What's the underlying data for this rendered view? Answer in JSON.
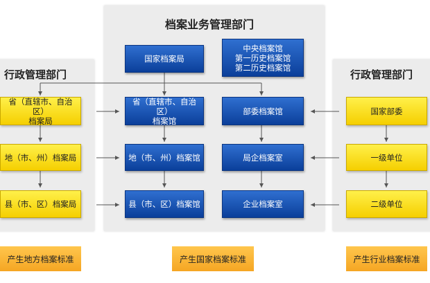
{
  "panels": {
    "center_title": "档案业务管理部门",
    "left_title": "行政管理部门",
    "right_title": "行政管理部门"
  },
  "center": {
    "national_bureau": "国家档案局",
    "central_archives": [
      "中央档案馆",
      "第一历史档案馆",
      "第二历史档案馆"
    ],
    "provincial_archives": [
      "省（直辖市、自治区）",
      "档案馆"
    ],
    "ministry_archives": "部委档案馆",
    "city_archives": "地（市、州）档案馆",
    "bureau_enterprise_room": "局企档案室",
    "county_archives": "县（市、区）档案馆",
    "enterprise_room": "企业档案室"
  },
  "left": {
    "provincial_bureau": [
      "省（直辖市、自治区）",
      "档案局"
    ],
    "city_bureau": "地（市、州）档案局",
    "county_bureau": "县（市、区）档案局"
  },
  "right": {
    "ministry": "国家部委",
    "first_level": "一级单位",
    "second_level": "二级单位"
  },
  "standards": {
    "local": "产生地方档案标准",
    "national": "产生国家档案标准",
    "industry": "产生行业档案标准"
  },
  "colors": {
    "blue_box": "#1a55b8",
    "yellow_box": "#f9e020",
    "orange_box": "#f5b030",
    "panel_bg": "#ececec"
  }
}
